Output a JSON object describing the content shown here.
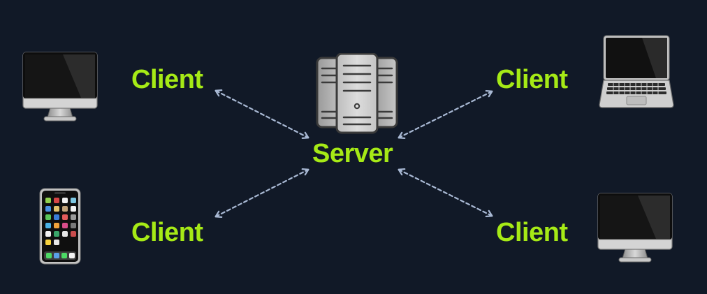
{
  "server": {
    "label": "Server",
    "icon": "server-tower-icon"
  },
  "clients": [
    {
      "label": "Client",
      "icon": "desktop-monitor-icon"
    },
    {
      "label": "Client",
      "icon": "laptop-icon"
    },
    {
      "label": "Client",
      "icon": "mobile-phone-icon"
    },
    {
      "label": "Client",
      "icon": "desktop-monitor-icon"
    }
  ],
  "colors": {
    "background": "#111927",
    "label": "#a6ea16",
    "arrow": "#a9b9d4"
  }
}
